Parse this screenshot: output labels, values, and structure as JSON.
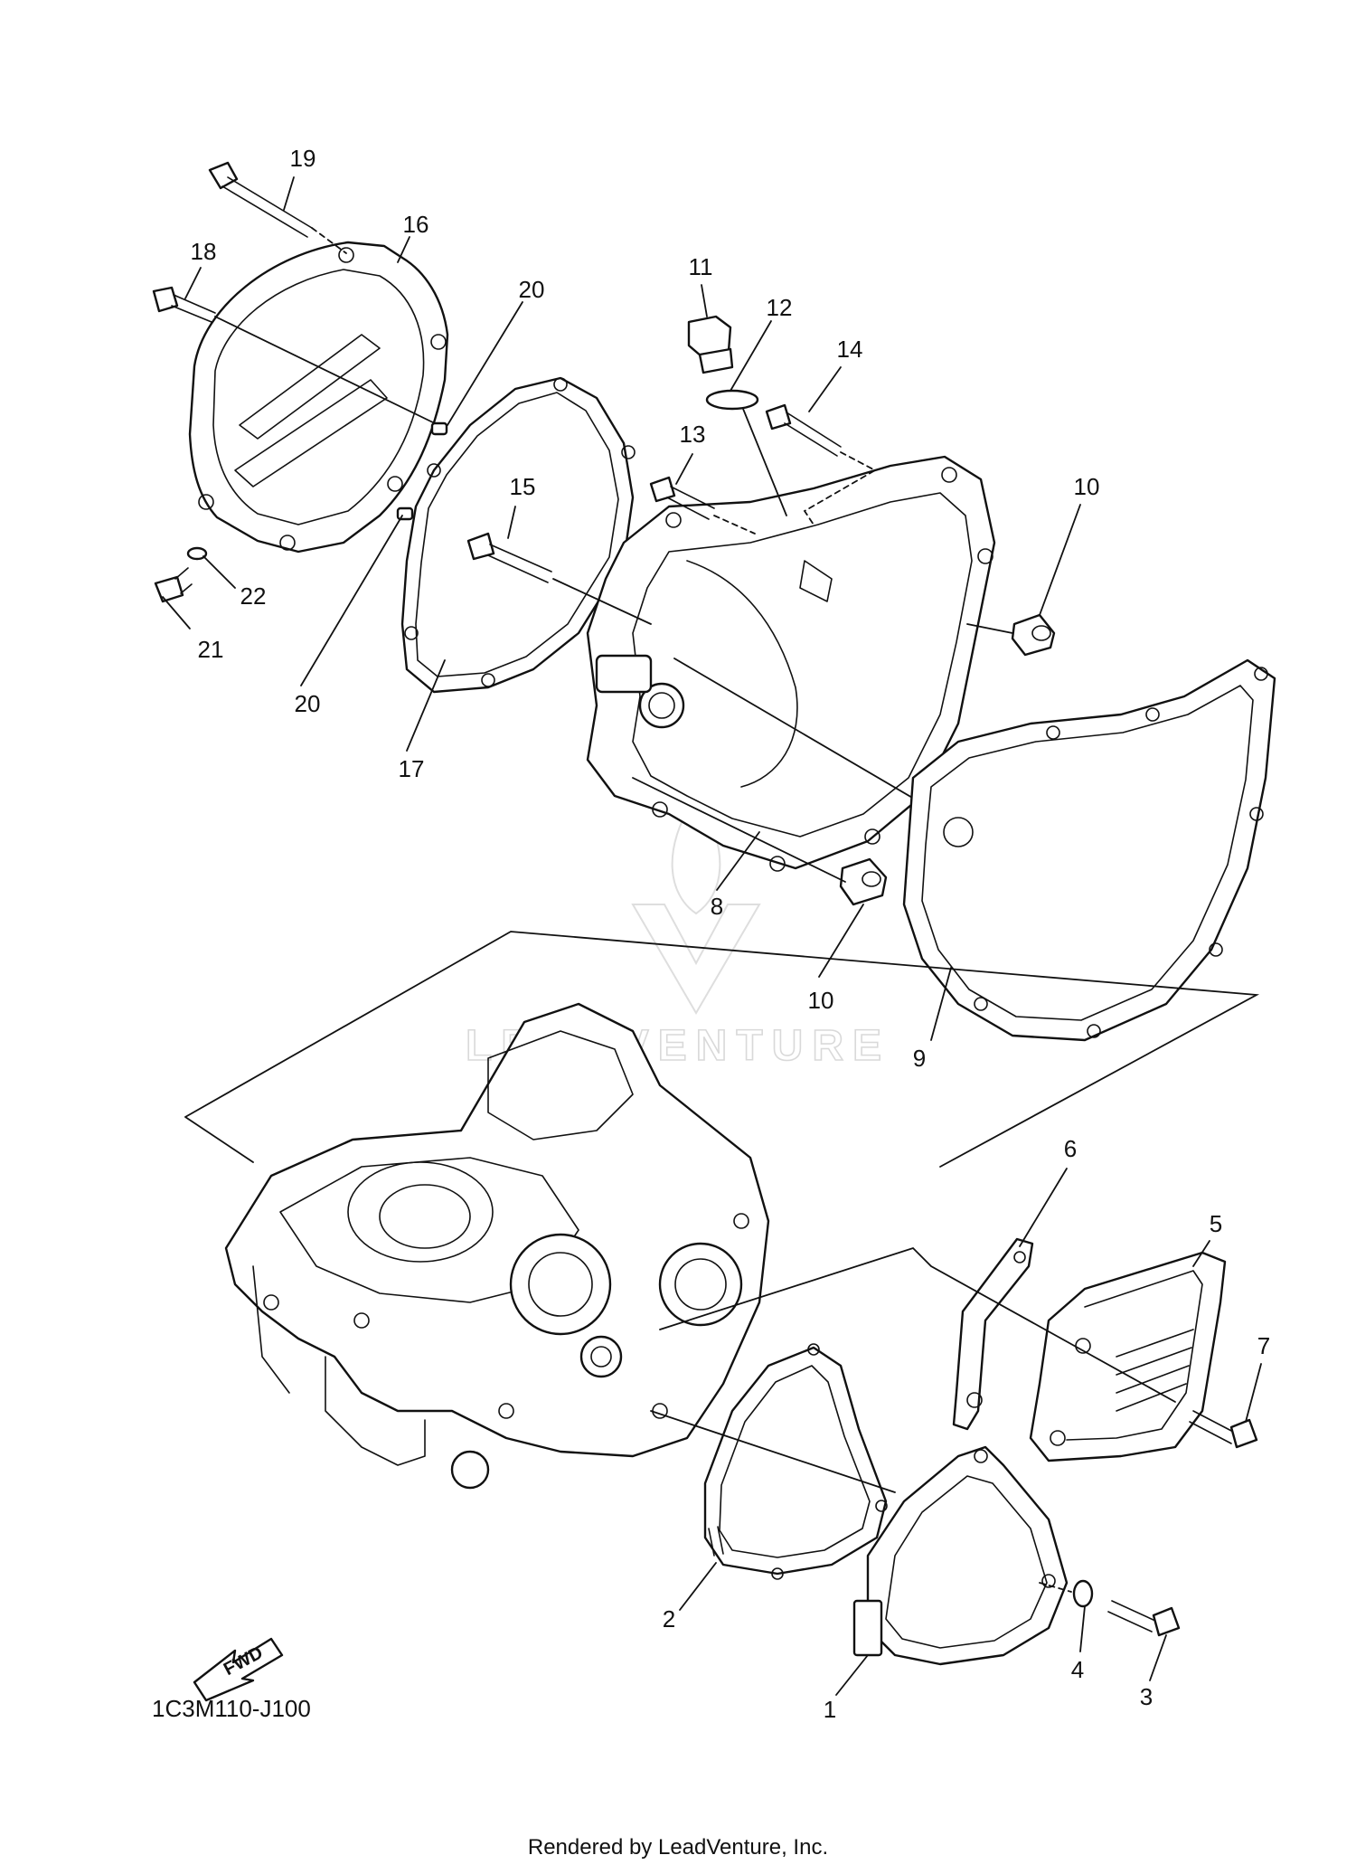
{
  "diagram_code": "1C3M110-J100",
  "footer": "Rendered by LeadVenture, Inc.",
  "watermark": "LEADVENTURE",
  "fwd_label": "FWD",
  "callouts": [
    {
      "id": "c19",
      "label": "19"
    },
    {
      "id": "c16",
      "label": "16"
    },
    {
      "id": "c18",
      "label": "18"
    },
    {
      "id": "c20a",
      "label": "20"
    },
    {
      "id": "c11",
      "label": "11"
    },
    {
      "id": "c12",
      "label": "12"
    },
    {
      "id": "c14",
      "label": "14"
    },
    {
      "id": "c13",
      "label": "13"
    },
    {
      "id": "c15",
      "label": "15"
    },
    {
      "id": "c10a",
      "label": "10"
    },
    {
      "id": "c22",
      "label": "22"
    },
    {
      "id": "c21",
      "label": "21"
    },
    {
      "id": "c20b",
      "label": "20"
    },
    {
      "id": "c17",
      "label": "17"
    },
    {
      "id": "c8",
      "label": "8"
    },
    {
      "id": "c10b",
      "label": "10"
    },
    {
      "id": "c9",
      "label": "9"
    },
    {
      "id": "c6",
      "label": "6"
    },
    {
      "id": "c5",
      "label": "5"
    },
    {
      "id": "c7",
      "label": "7"
    },
    {
      "id": "c2",
      "label": "2"
    },
    {
      "id": "c4",
      "label": "4"
    },
    {
      "id": "c1",
      "label": "1"
    },
    {
      "id": "c3",
      "label": "3"
    }
  ]
}
